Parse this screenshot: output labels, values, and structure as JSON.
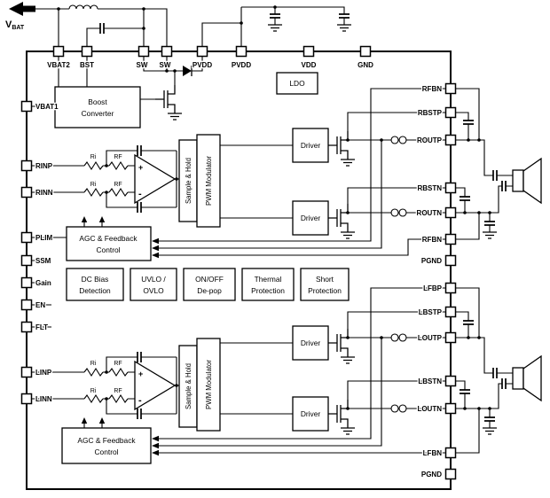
{
  "diagram": {
    "supply": {
      "main": "V",
      "sub": "BAT"
    },
    "pins": {
      "top": [
        "VBAT2",
        "BST",
        "SW",
        "SW",
        "PVDD",
        "PVDD",
        "VDD",
        "GND"
      ],
      "left": [
        "VBAT1",
        "RINP",
        "RINN",
        "PLIM",
        "SSM",
        "Gain",
        "EN",
        "FLT",
        "LINP",
        "LINN"
      ],
      "right": [
        "RFBN",
        "RBSTP",
        "ROUTP",
        "RBSTN",
        "ROUTN",
        "RFBN",
        "PGND",
        "LFBP",
        "LBSTP",
        "LOUTP",
        "LBSTN",
        "LOUTN",
        "LFBN",
        "PGND"
      ]
    },
    "blocks": {
      "boost_line1": "Boost",
      "boost_line2": "Converter",
      "ldo": "LDO",
      "sample_hold": "Sample & Hold",
      "pwm_modulator": "PWM Modulator",
      "agc_line1": "AGC & Feedback",
      "agc_line2": "Control",
      "dc_bias_line1": "DC Bias",
      "dc_bias_line2": "Detection",
      "uvlo_line1": "UVLO /",
      "uvlo_line2": "OVLO",
      "depop_line1": "ON/OFF",
      "depop_line2": "De-pop",
      "thermal_line1": "Thermal",
      "thermal_line2": "Protection",
      "short_line1": "Short",
      "short_line2": "Protection",
      "driver": "Driver"
    },
    "labels": {
      "ri": "Ri",
      "rf": "RF",
      "plus": "+",
      "minus": "-"
    }
  }
}
